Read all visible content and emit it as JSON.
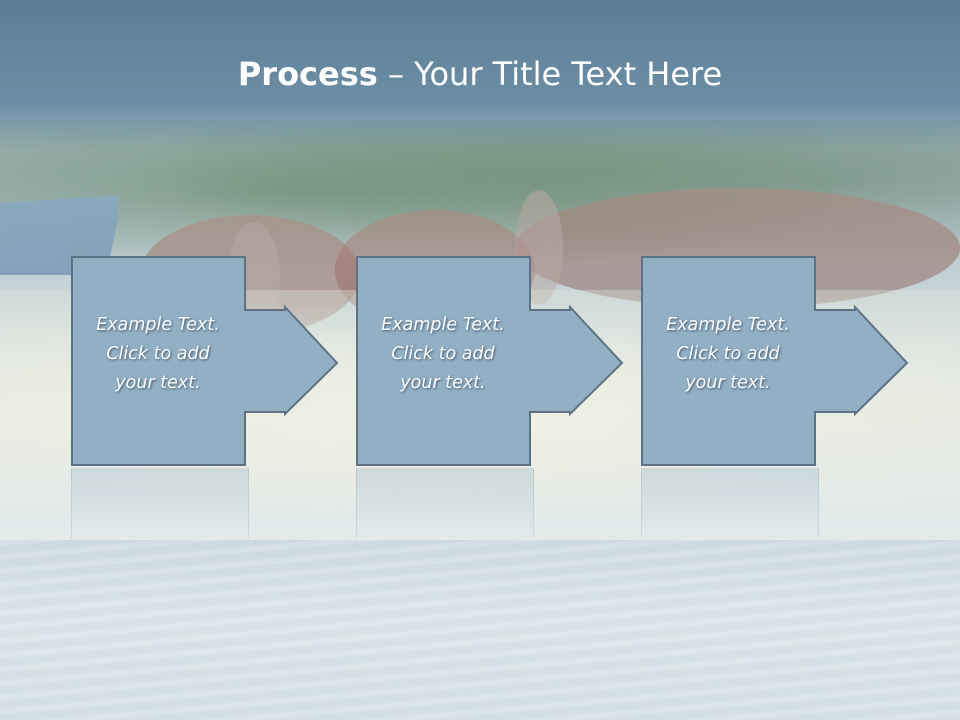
{
  "slide": {
    "title_bold": "Process",
    "title_rest": " – Your Title Text Here",
    "colors": {
      "title_band": "#5a7d95",
      "box_fill": "#93afc4",
      "box_stroke": "#5d7384",
      "text": "#ffffff"
    },
    "steps": [
      {
        "line1": "Example Text.",
        "line2": "Click  to add",
        "line3": "your text.",
        "icon": "right-arrow-icon"
      },
      {
        "line1": "Example Text.",
        "line2": "Click  to add",
        "line3": "your text.",
        "icon": "right-arrow-icon"
      },
      {
        "line1": "Example Text.",
        "line2": "Click  to add",
        "line3": "your text.",
        "icon": "right-arrow-icon"
      }
    ]
  }
}
